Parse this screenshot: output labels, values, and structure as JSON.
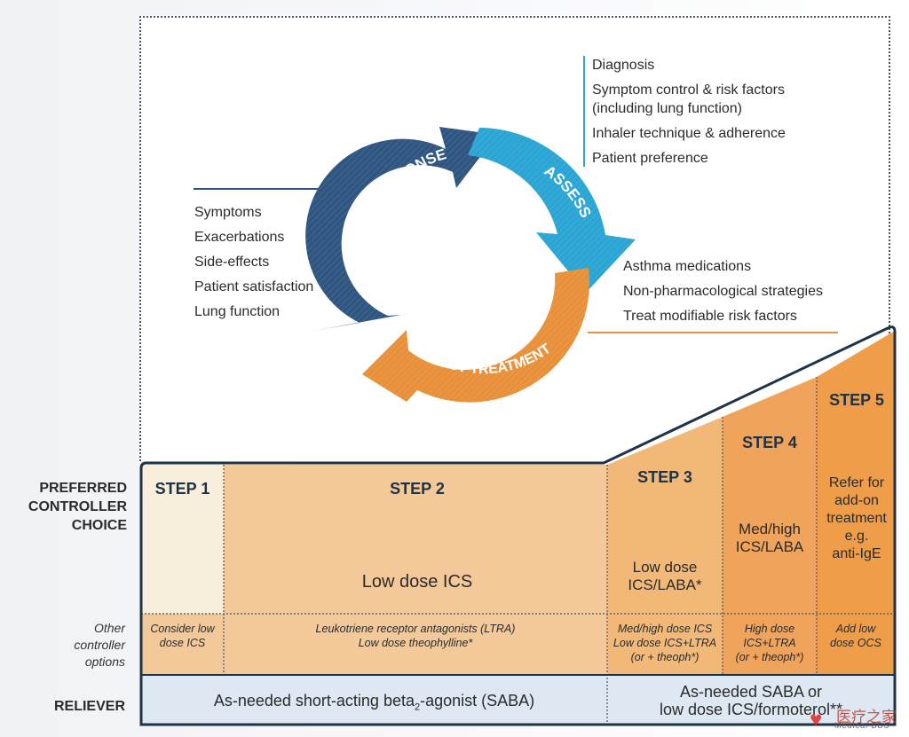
{
  "cycle": {
    "review_label": "REVIEW RESPONSE",
    "assess_label": "ASSESS",
    "adjust_label": "ADJUST TREATMENT",
    "colors": {
      "review": "#2f5680",
      "assess": "#2aa5d4",
      "adjust": "#e8913a"
    }
  },
  "assess_items": [
    "Diagnosis",
    "Symptom control & risk factors",
    "(including lung function)",
    "Inhaler technique & adherence",
    "Patient preference"
  ],
  "review_items": [
    "Symptoms",
    "Exacerbations",
    "Side-effects",
    "Patient satisfaction",
    "Lung function"
  ],
  "adjust_items": [
    "Asthma medications",
    "Non-pharmacological strategies",
    "Treat modifiable risk factors"
  ],
  "row_labels": {
    "preferred": [
      "PREFERRED",
      "CONTROLLER",
      "CHOICE"
    ],
    "other": [
      "Other",
      "controller",
      "options"
    ],
    "reliever": "RELIEVER"
  },
  "steps": {
    "step1": {
      "title": "STEP 1",
      "other": [
        "Consider low",
        "dose ICS"
      ]
    },
    "step2": {
      "title": "STEP 2",
      "body": "Low dose ICS",
      "other": [
        "Leukotriene receptor antagonists (LTRA)",
        "Low dose theophylline*"
      ]
    },
    "step3": {
      "title": "STEP 3",
      "body": [
        "Low dose",
        "ICS/LABA*"
      ],
      "other": [
        "Med/high dose ICS",
        "Low dose ICS+LTRA",
        "(or + theoph*)"
      ]
    },
    "step4": {
      "title": "STEP 4",
      "body": [
        "Med/high",
        "ICS/LABA"
      ],
      "other": [
        "High dose",
        "ICS+LTRA",
        "(or + theoph*)"
      ]
    },
    "step5": {
      "title": "STEP 5",
      "body": [
        "Refer for",
        "add-on",
        "treatment",
        "e.g.",
        "anti-IgE"
      ],
      "other": [
        "Add low",
        "dose OCS"
      ]
    }
  },
  "reliever": {
    "left_prefix": "As-needed short-acting beta",
    "left_sub": "2",
    "left_suffix": "-agonist (SABA)",
    "right": [
      "As-needed SABA or",
      "low dose ICS/formoterol**"
    ]
  },
  "watermark": {
    "chinese": "医疗之家",
    "latin": "Medical BBS"
  }
}
